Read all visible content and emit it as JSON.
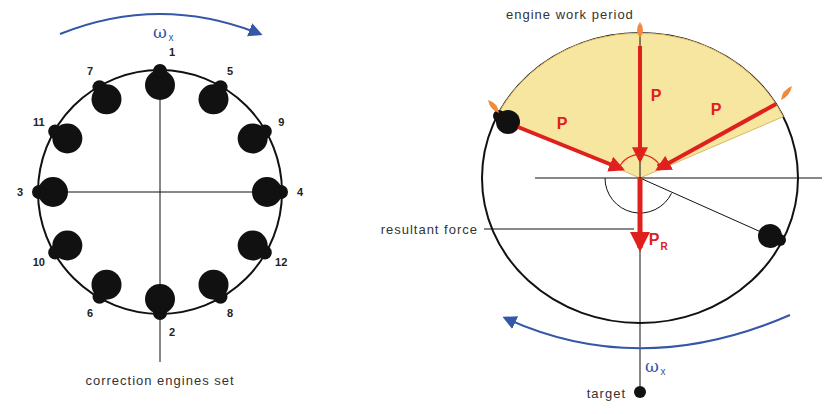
{
  "diagram": {
    "labels": [
      "ω",
      "x",
      "1",
      "2",
      "3",
      "4",
      "5",
      "6",
      "7",
      "8",
      "9",
      "10",
      "11",
      "12",
      "correction engines set",
      "engine work period",
      "P",
      "P",
      "P",
      "P",
      "R",
      "resultant force",
      "ω",
      "x",
      "target"
    ]
  }
}
